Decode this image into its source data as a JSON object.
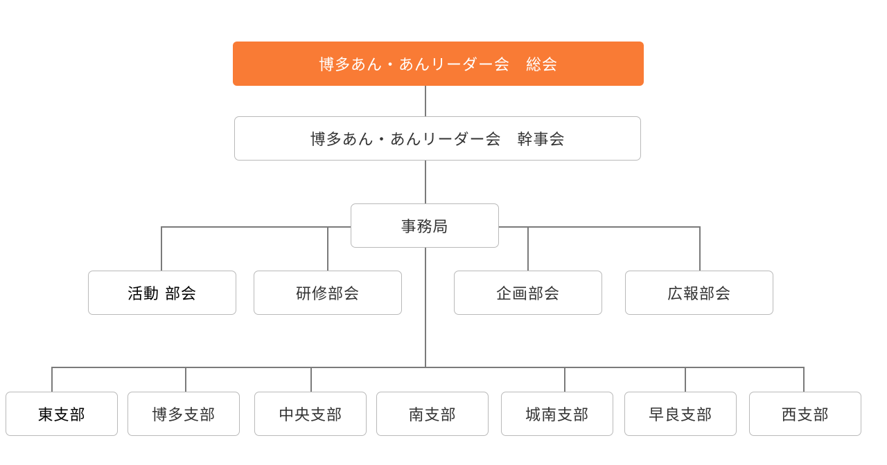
{
  "org_chart": {
    "general_assembly": {
      "label": "博多あん・あんリーダー会　総会",
      "fill_color": "#f97b35"
    },
    "board": {
      "label": "博多あん・あんリーダー会　幹事会"
    },
    "secretariat": {
      "label": "事務局"
    },
    "committees": [
      {
        "label": "活動 部会"
      },
      {
        "label": "研修部会"
      },
      {
        "label": "企画部会"
      },
      {
        "label": "広報部会"
      }
    ],
    "branches": [
      {
        "label": "東支部"
      },
      {
        "label": "博多支部"
      },
      {
        "label": "中央支部"
      },
      {
        "label": "南支部"
      },
      {
        "label": "城南支部"
      },
      {
        "label": "早良支部"
      },
      {
        "label": "西支部"
      }
    ],
    "connector_color": "#7a7a7a",
    "border_color": "#b9b9b9"
  }
}
